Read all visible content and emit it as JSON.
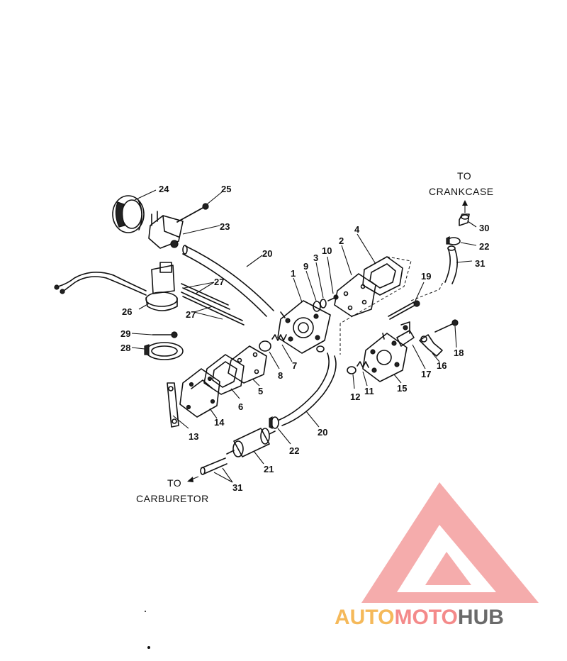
{
  "notes": {
    "crankcase_line1": "TO",
    "crankcase_line2": "CRANKCASE",
    "carb_line1": "TO",
    "carb_line2": "CARBURETOR"
  },
  "labels": {
    "p1": "1",
    "p2": "2",
    "p3": "3",
    "p4": "4",
    "p5": "5",
    "p6": "6",
    "p7": "7",
    "p8": "8",
    "p9": "9",
    "p10": "10",
    "p11": "11",
    "p12": "12",
    "p13": "13",
    "p14": "14",
    "p15": "15",
    "p16": "16",
    "p17": "17",
    "p18": "18",
    "p19": "19",
    "p20a": "20",
    "p20b": "20",
    "p21": "21",
    "p22a": "22",
    "p22b": "22",
    "p23": "23",
    "p24": "24",
    "p25": "25",
    "p26": "26",
    "p27a": "27",
    "p27b": "27",
    "p28": "28",
    "p29": "29",
    "p30": "30",
    "p31a": "31",
    "p31b": "31"
  },
  "watermark": {
    "auto": "AUTO",
    "moto": "MOTO",
    "hub": "HUB",
    "colors": {
      "triangle": "#f4a3a3",
      "auto": "#f5b95a",
      "moto": "#f48a8a",
      "hub": "#6a6a6a"
    }
  }
}
